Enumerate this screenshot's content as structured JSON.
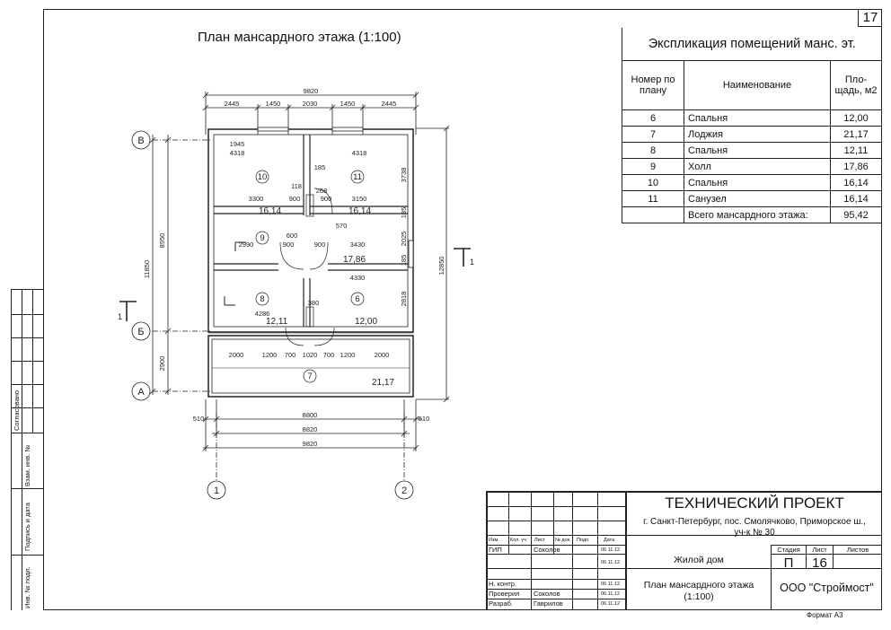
{
  "sheet_number": "17",
  "plan_title": "План мансардного этажа (1:100)",
  "format_label": "Формат А3",
  "explication": {
    "title": "Экспликация помещений манс. эт.",
    "headers": [
      "Номер по плану",
      "Наименование",
      "Пло-щадь, м2"
    ],
    "rows": [
      {
        "no": "6",
        "name": "Спальня",
        "area": "12,00"
      },
      {
        "no": "7",
        "name": "Лоджия",
        "area": "21,17"
      },
      {
        "no": "8",
        "name": "Спальня",
        "area": "12,11"
      },
      {
        "no": "9",
        "name": "Холл",
        "area": "17,86"
      },
      {
        "no": "10",
        "name": "Спальня",
        "area": "16,14"
      },
      {
        "no": "11",
        "name": "Санузел",
        "area": "16,14"
      }
    ],
    "total_label": "Всего мансардного этажа:",
    "total_area": "95,42"
  },
  "drawing": {
    "axes_letters": [
      "В",
      "Б",
      "А"
    ],
    "axes_numbers": [
      "1",
      "2"
    ],
    "section_mark": "1",
    "top_dims": [
      "2445",
      "1450",
      "2030",
      "1450",
      "2445"
    ],
    "top_total": "9820",
    "left_dims": [
      "8950",
      "2900"
    ],
    "left_total": "11850",
    "right_total": "12850",
    "bottom_dims": [
      "8800",
      "8820",
      "9820"
    ],
    "bottom_edge": [
      "510",
      "510"
    ],
    "rooms": [
      {
        "no": "10",
        "area": "16,14"
      },
      {
        "no": "11",
        "area": "16,14"
      },
      {
        "no": "9",
        "area": "17,86"
      },
      {
        "no": "8",
        "area": "12,11"
      },
      {
        "no": "6",
        "area": "12,00"
      },
      {
        "no": "7",
        "area": "21,17"
      }
    ],
    "inner_dims": {
      "d1945": "1945",
      "d4318a": "4318",
      "d4318b": "4318",
      "d185a": "185",
      "d3738": "3738",
      "d118": "118",
      "d268": "268",
      "d3300": "3300",
      "d900a": "900",
      "d900b": "900",
      "d3150": "3150",
      "d185b": "185",
      "d570": "570",
      "d600": "600",
      "d2990": "2990",
      "d900c": "900",
      "d900d": "900",
      "d3430": "3430",
      "d2025": "2025",
      "d185c": "185",
      "d4330": "4330",
      "d2818": "2818",
      "d380": "380",
      "d4286": "4286",
      "d2000a": "2000",
      "d1200a": "1200",
      "d700a": "700",
      "d1020": "1020",
      "d700b": "700",
      "d1200b": "1200",
      "d2000b": "2000"
    }
  },
  "stamp": {
    "project_type": "ТЕХНИЧЕСКИЙ ПРОЕКТ",
    "address_line1": "г. Санкт-Петербург, пос. Смолячково, Приморское ш.,",
    "address_line2": "уч-к № 30",
    "object": "Жилой дом",
    "sheet_title_1": "План мансардного этажа",
    "sheet_title_2": "(1:100)",
    "company": "ООО \"Строймост\"",
    "stage_label": "Стадия",
    "sheet_label": "Лист",
    "sheets_label": "Листов",
    "stage": "П",
    "sheet": "16",
    "col_headers": [
      "Изм.",
      "Кол. уч",
      "Лист",
      "№ док.",
      "Подп.",
      "Дата"
    ],
    "people": [
      {
        "role": "ГИП",
        "name": "Соколов",
        "date": "06.11.12"
      },
      {
        "role": "",
        "name": "",
        "date": "06.11.12"
      },
      {
        "role": "Н. контр.",
        "name": "",
        "date": "06.11.12"
      },
      {
        "role": "Проверил",
        "name": "Соколов",
        "date": "06.11.12"
      },
      {
        "role": "Разраб.",
        "name": "Гаврилов",
        "date": "06.11.12"
      }
    ]
  },
  "side_stamp": {
    "labels": [
      "Согласовано",
      "Взам. инв. №",
      "Подпись и дата",
      "Инв. № подл."
    ]
  }
}
